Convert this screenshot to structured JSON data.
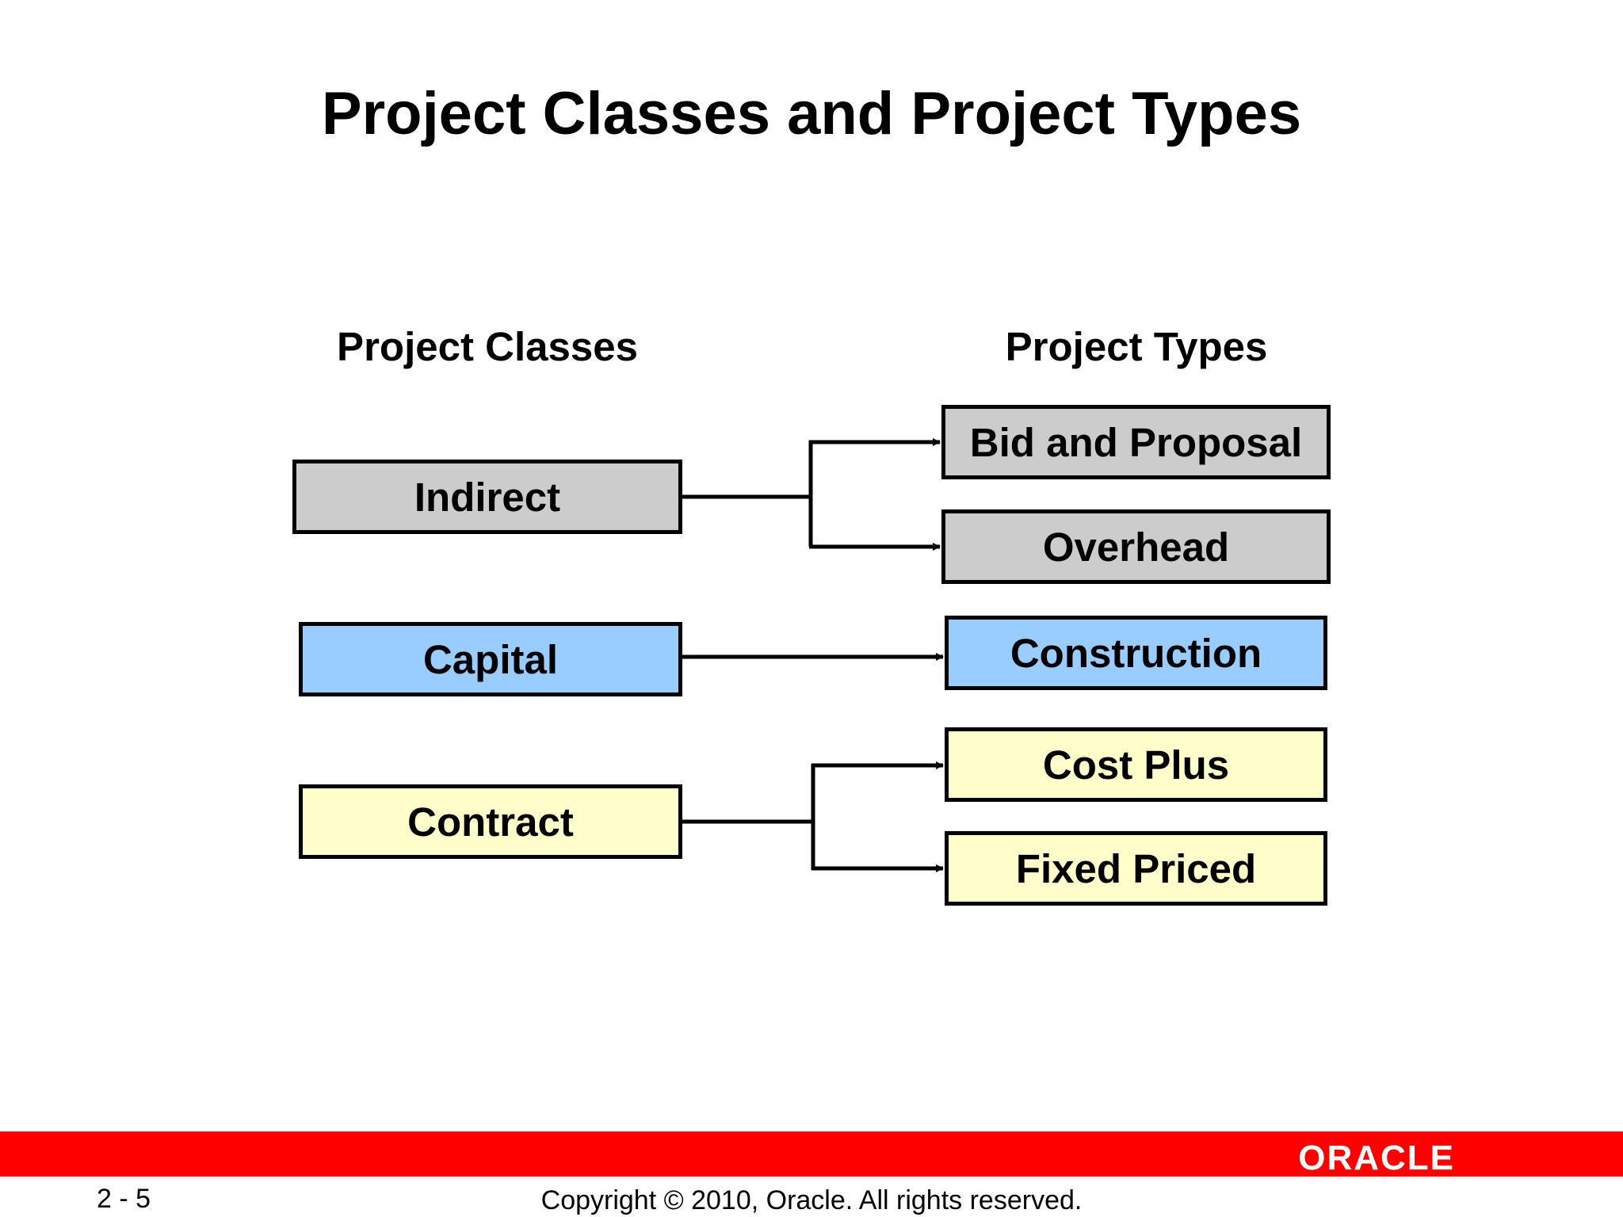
{
  "slide": {
    "title": "Project Classes and Project Types"
  },
  "diagram": {
    "classes_heading": "Project Classes",
    "types_heading": "Project Types",
    "classes": [
      {
        "label": "Indirect",
        "color": "#cccccc"
      },
      {
        "label": "Capital",
        "color": "#99ccff"
      },
      {
        "label": "Contract",
        "color": "#ffffcc"
      }
    ],
    "types": [
      {
        "label": "Bid and Proposal",
        "color": "#cccccc",
        "class": "Indirect"
      },
      {
        "label": "Overhead",
        "color": "#cccccc",
        "class": "Indirect"
      },
      {
        "label": "Construction",
        "color": "#99ccff",
        "class": "Capital"
      },
      {
        "label": "Cost Plus",
        "color": "#ffffcc",
        "class": "Contract"
      },
      {
        "label": "Fixed Priced",
        "color": "#ffffcc",
        "class": "Contract"
      }
    ]
  },
  "footer": {
    "page_number": "2 - 5",
    "copyright": "Copyright © 2010, Oracle. All rights reserved.",
    "logo": "ORACLE",
    "bar_color": "#ff0000"
  }
}
